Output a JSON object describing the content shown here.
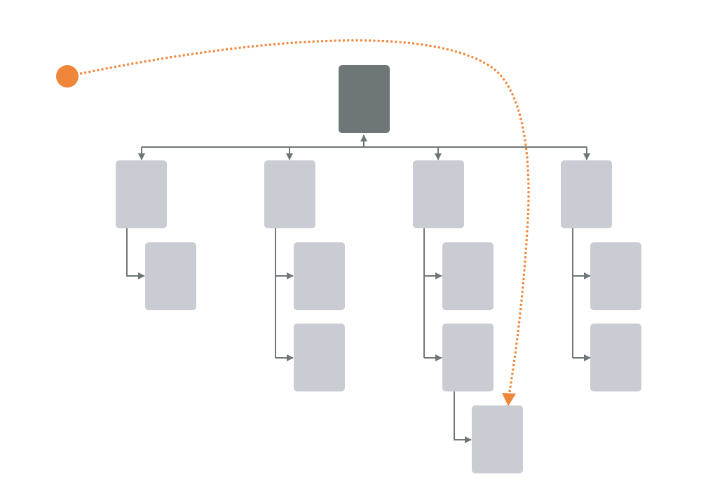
{
  "colors": {
    "background": "#ffffff",
    "root_node": "#6f7678",
    "child_node": "#c9ccd3",
    "connector": "#6f7678",
    "journey_path": "#f0863a",
    "journey_start": "#f0863a"
  },
  "tree": {
    "root": {
      "id": "root"
    },
    "columns": [
      {
        "id": "col-1",
        "children": 1
      },
      {
        "id": "col-2",
        "children": 2
      },
      {
        "id": "col-3",
        "children": 2,
        "grandchildren": 1
      },
      {
        "id": "col-4",
        "children": 2
      }
    ]
  },
  "journey": {
    "start": "outside",
    "end": "col-3-grandchild"
  }
}
